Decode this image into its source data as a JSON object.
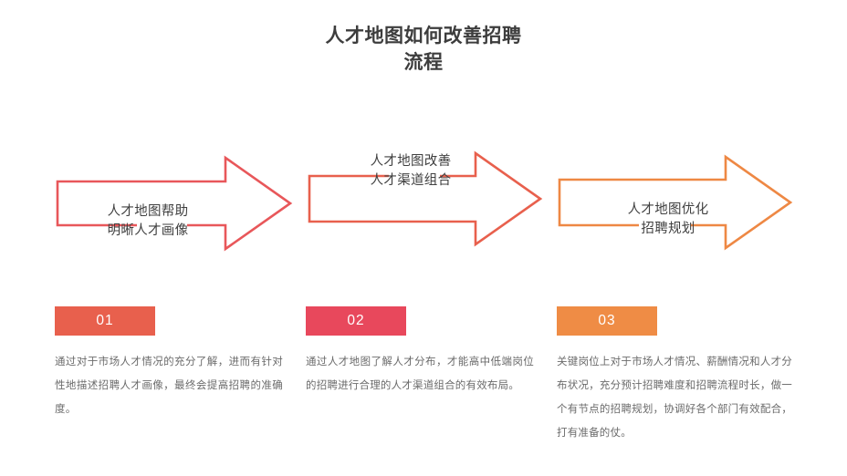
{
  "title": "人才地图如何改善招聘\n流程",
  "colors": {
    "title_text": "#3d3d3d",
    "arrow_1": "#e8575a",
    "arrow_2": "#e8604d",
    "arrow_3": "#ee8844",
    "badge_1": "#e8604d",
    "badge_2": "#e8485c",
    "badge_3": "#ef8c45",
    "body_text": "#6b6b6b",
    "background": "#ffffff"
  },
  "arrows": [
    {
      "label": "人才地图帮助\n明晰人才画像",
      "color": "#e8575a",
      "gap_edge": "bottom"
    },
    {
      "label": "人才地图改善\n人才渠道组合",
      "color": "#e8604d",
      "gap_edge": "top"
    },
    {
      "label": "人才地图优化\n招聘规划",
      "color": "#ee8844",
      "gap_edge": "bottom"
    }
  ],
  "steps": [
    {
      "number": "01",
      "color": "#e8604d",
      "text": "通过对于市场人才情况的充分了解，进而有针对性地描述招聘人才画像，最终会提高招聘的准确度。"
    },
    {
      "number": "02",
      "color": "#e8485c",
      "text": "通过人才地图了解人才分布，才能高中低端岗位的招聘进行合理的人才渠道组合的有效布局。"
    },
    {
      "number": "03",
      "color": "#ef8c45",
      "text": "关键岗位上对于市场人才情况、薪酬情况和人才分布状况，充分预计招聘难度和招聘流程时长，做一个有节点的招聘规划，协调好各个部门有效配合，打有准备的仗。"
    }
  ]
}
